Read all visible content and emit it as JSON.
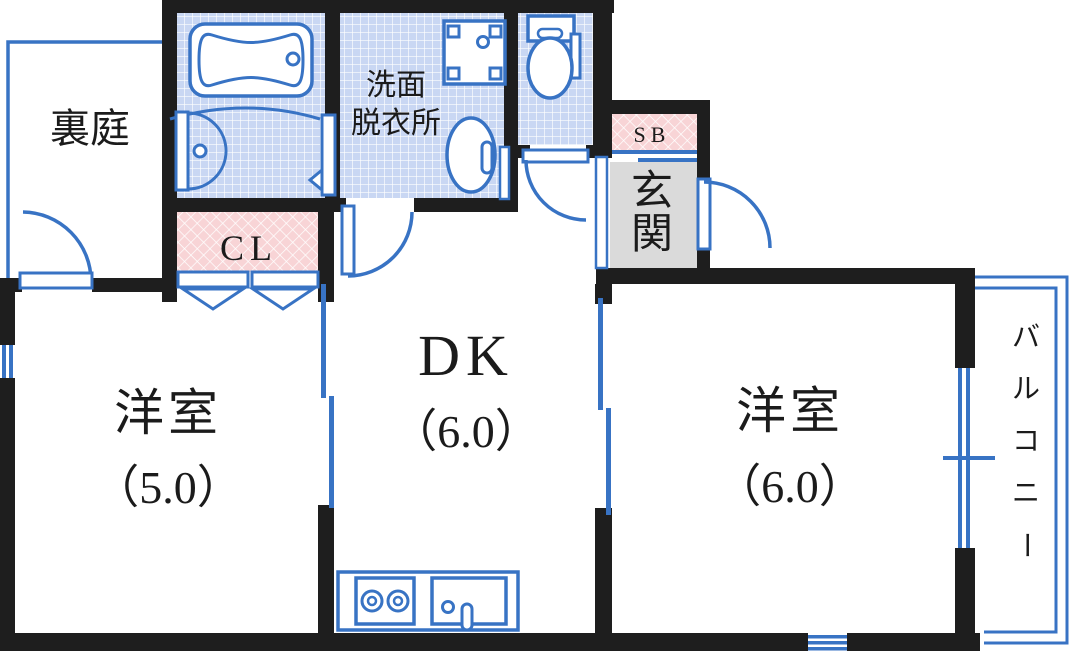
{
  "meta": {
    "type": "japanese-apartment-floor-plan"
  },
  "colors": {
    "wall": "#1e1e1e",
    "line_blue": "#3873c4",
    "tile_floor": "#c9d7f3",
    "closet_pink": "#f8d4d6",
    "entrance_gray": "#dadada",
    "text": "#1b1b1b",
    "background": "#ffffff"
  },
  "rooms": {
    "garden": {
      "label": "裏庭"
    },
    "washroom": {
      "label_line1": "洗面",
      "label_line2": "脱衣所"
    },
    "shoe_box": {
      "label": "SB"
    },
    "entrance": {
      "label": "玄関",
      "chars": [
        "玄",
        "関"
      ]
    },
    "closet": {
      "label": "CL"
    },
    "dining_kitchen": {
      "label": "DK",
      "size": "（6.0）"
    },
    "western_room_left": {
      "label": "洋室",
      "size": "（5.0）"
    },
    "western_room_right": {
      "label": "洋室",
      "size": "（6.0）"
    },
    "balcony": {
      "label": "バルコニー",
      "chars": [
        "バ",
        "ル",
        "コ",
        "ニ",
        "ー"
      ]
    }
  }
}
